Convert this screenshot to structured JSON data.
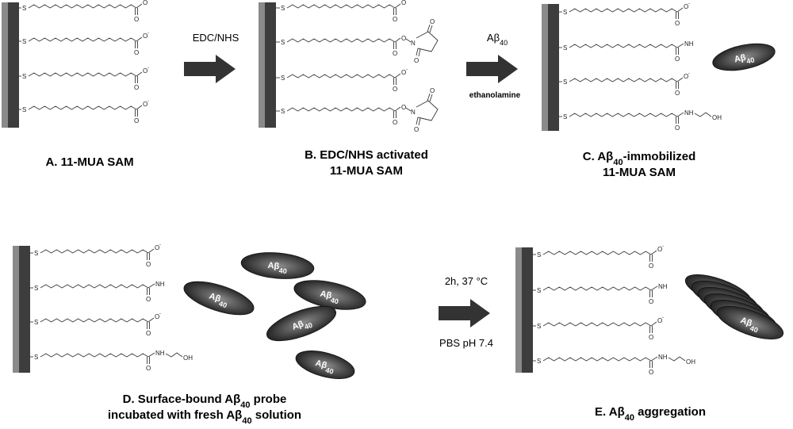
{
  "panels": {
    "a": {
      "caption_lines": [
        "A. 11-MUA SAM"
      ]
    },
    "b": {
      "caption_lines": [
        "B. EDC/NHS activated",
        "11-MUA SAM"
      ]
    },
    "c": {
      "caption_lines": [
        "C. Aβ40-immobilized",
        "11-MUA SAM"
      ]
    },
    "d": {
      "caption_lines": [
        "D. Surface-bound Aβ40 probe",
        "incubated with fresh Aβ40 solution"
      ]
    },
    "e": {
      "caption_lines": [
        "E. Aβ40 aggregation"
      ]
    }
  },
  "arrows": {
    "ab": {
      "above": "EDC/NHS",
      "below": ""
    },
    "bc": {
      "above": "Aβ40",
      "below": "ethanolamine"
    },
    "de": {
      "above": "2h, 37 °C",
      "below": "PBS pH 7.4"
    }
  },
  "peptide_label": "Aβ40",
  "atoms": {
    "sulfur": "S",
    "oxygen": "O",
    "nitrogen": "N",
    "amide": "NH",
    "hydroxyl": "OH",
    "minus": "-"
  },
  "colors": {
    "substrate_light": "#8a8a8a",
    "substrate_dark": "#3d3d3d",
    "arrow": "#333333",
    "peptide_dark": "#1e1e1e",
    "peptide_light": "#8c8c8c"
  }
}
